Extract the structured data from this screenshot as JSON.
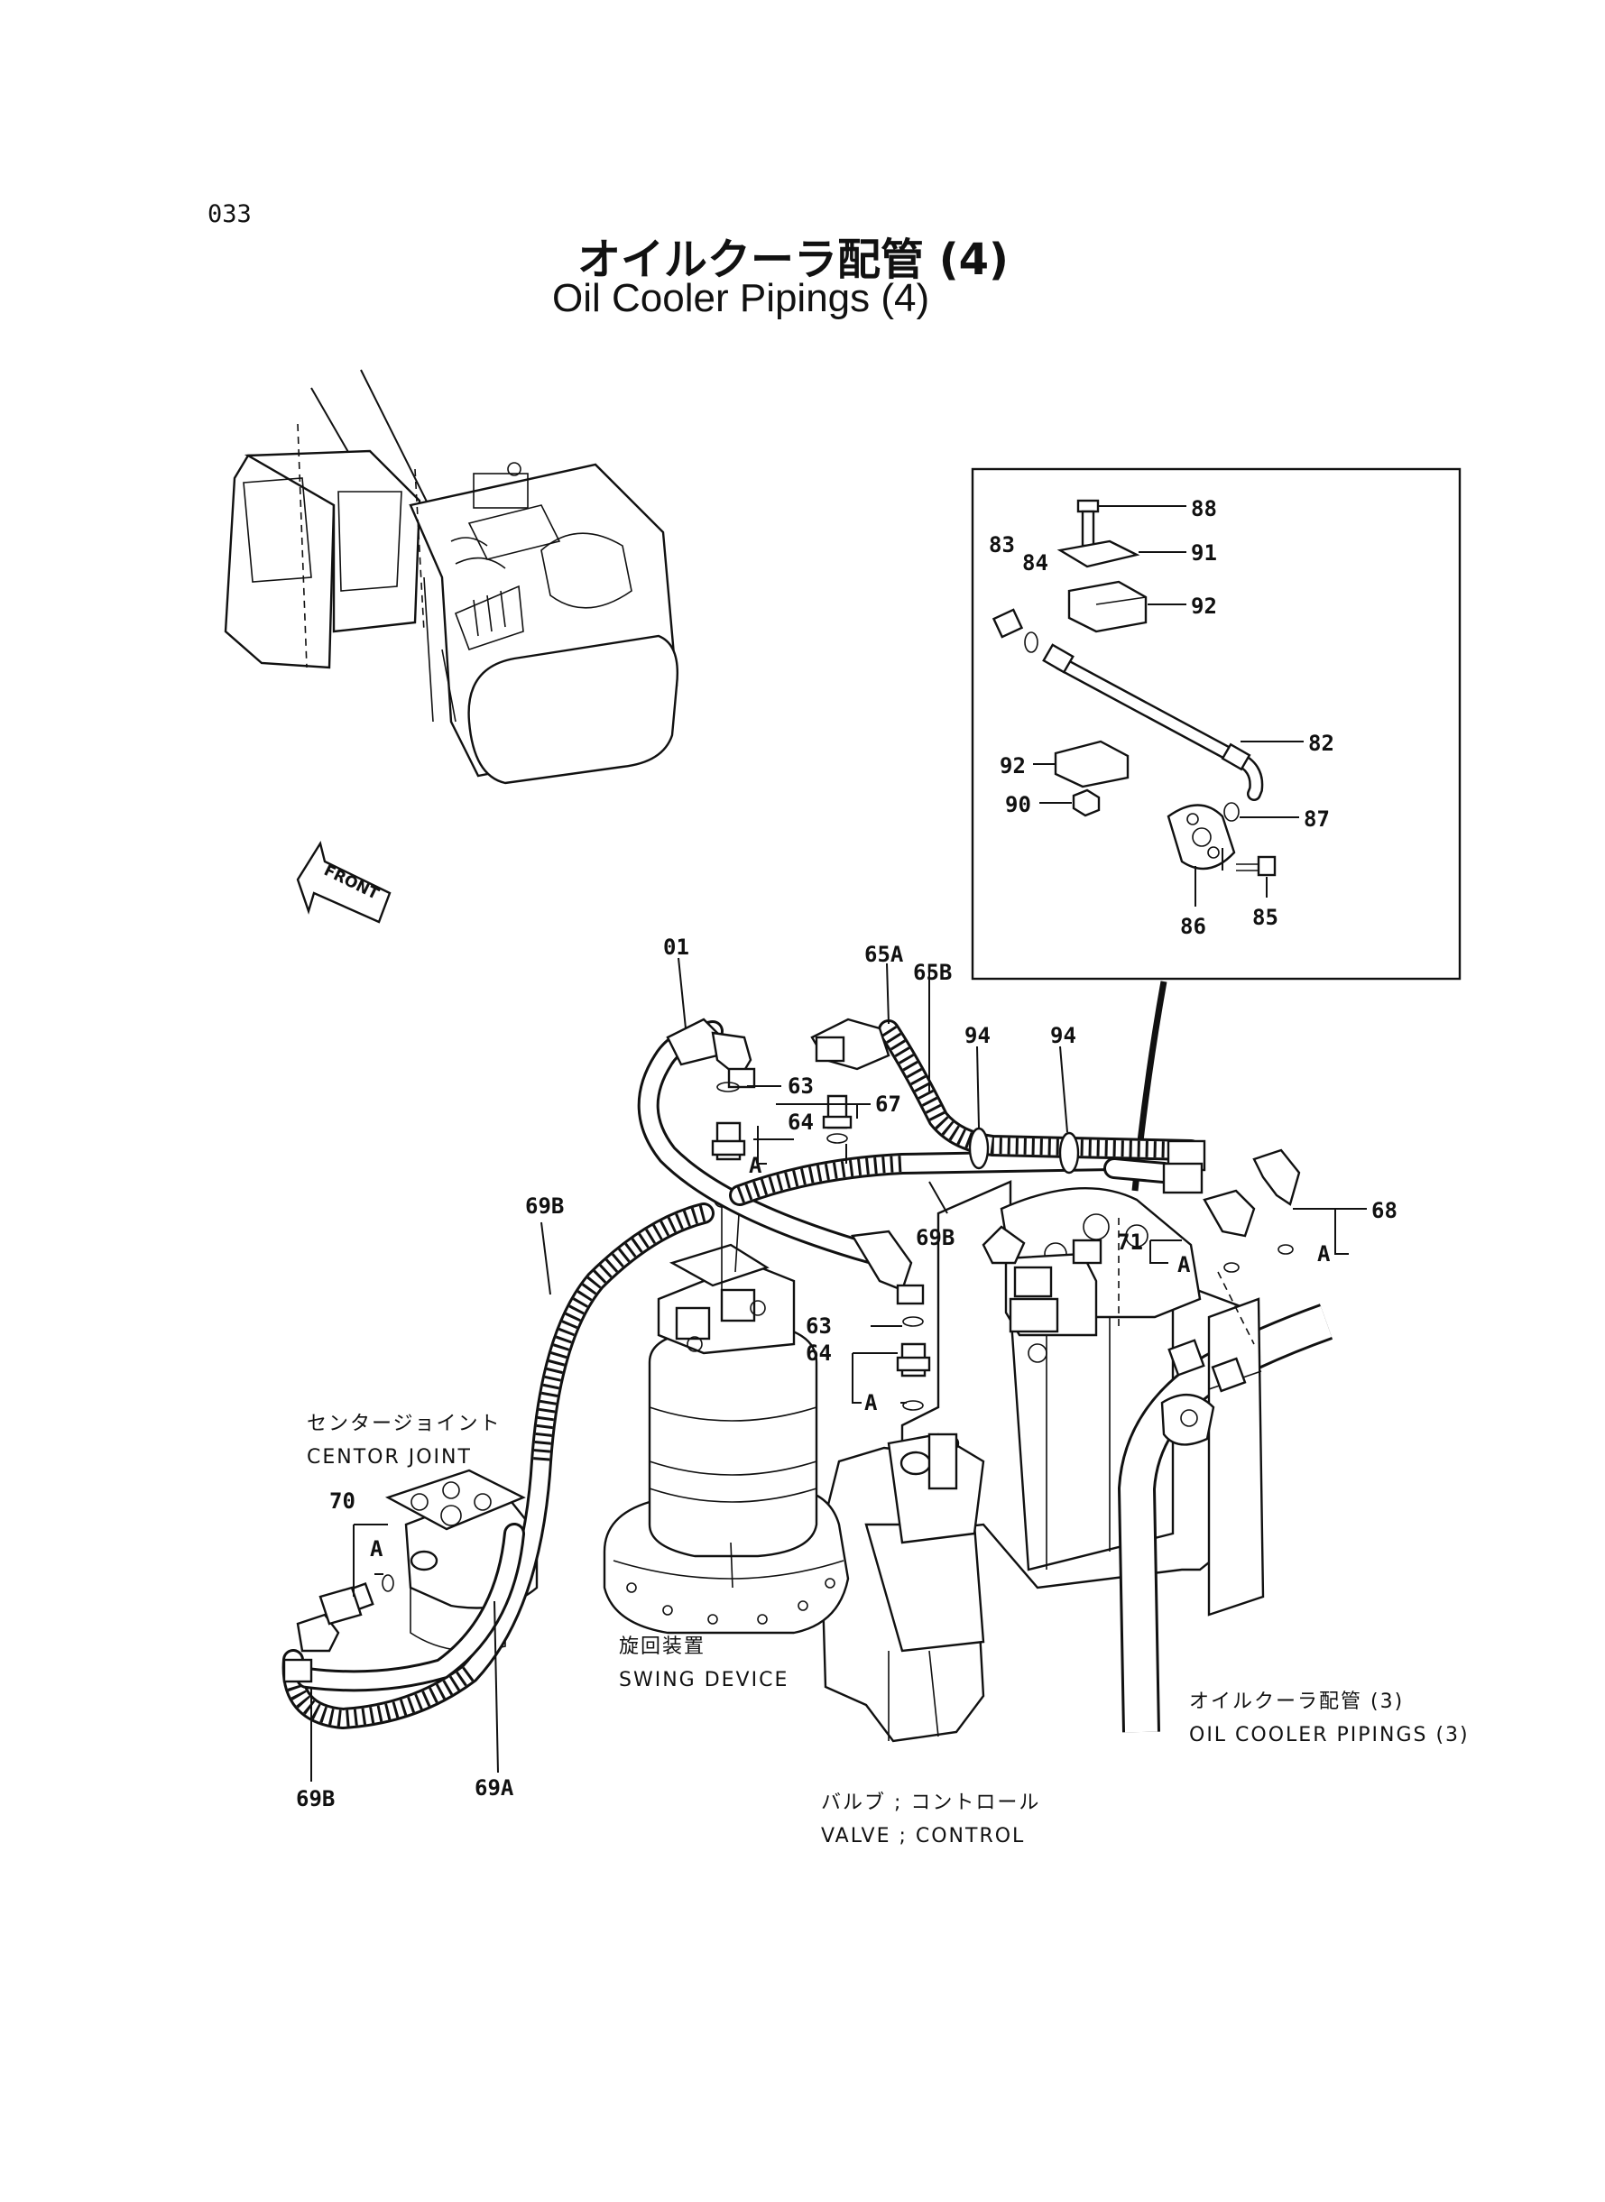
{
  "page": {
    "code": "033",
    "title_ja": "オイルクーラ配管 (4)",
    "title_en": "Oil Cooler Pipings (4)"
  },
  "front_arrow": {
    "label": "FRONT"
  },
  "inset": {
    "labels": [
      "88",
      "91",
      "92",
      "83",
      "84",
      "82",
      "92",
      "90",
      "87",
      "85",
      "86"
    ]
  },
  "callouts": {
    "c01": "01",
    "c65a": "65A",
    "c65b": "65B",
    "c94a": "94",
    "c94b": "94",
    "c63a": "63",
    "c67": "67",
    "c64a": "64",
    "cAa": "A",
    "c69b_top": "69B",
    "c69b_mid": "69B",
    "c68": "68",
    "c71": "71",
    "cAb": "A",
    "cAc": "A",
    "c63b": "63",
    "c64b": "64",
    "cAd": "A",
    "c70": "70",
    "cAe": "A",
    "c69a": "69A",
    "c69b_bot": "69B"
  },
  "captions": {
    "center_joint_ja": "センタージョイント",
    "center_joint_en": "CENTOR JOINT",
    "swing_ja": "旋回装置",
    "swing_en": "SWING DEVICE",
    "oil_cooler_ja": "オイルクーラ配管 (3)",
    "oil_cooler_en": "OIL COOLER PIPINGS (3)",
    "valve_ja": "バルブ ; コントロール",
    "valve_en": "VALVE ; CONTROL"
  }
}
